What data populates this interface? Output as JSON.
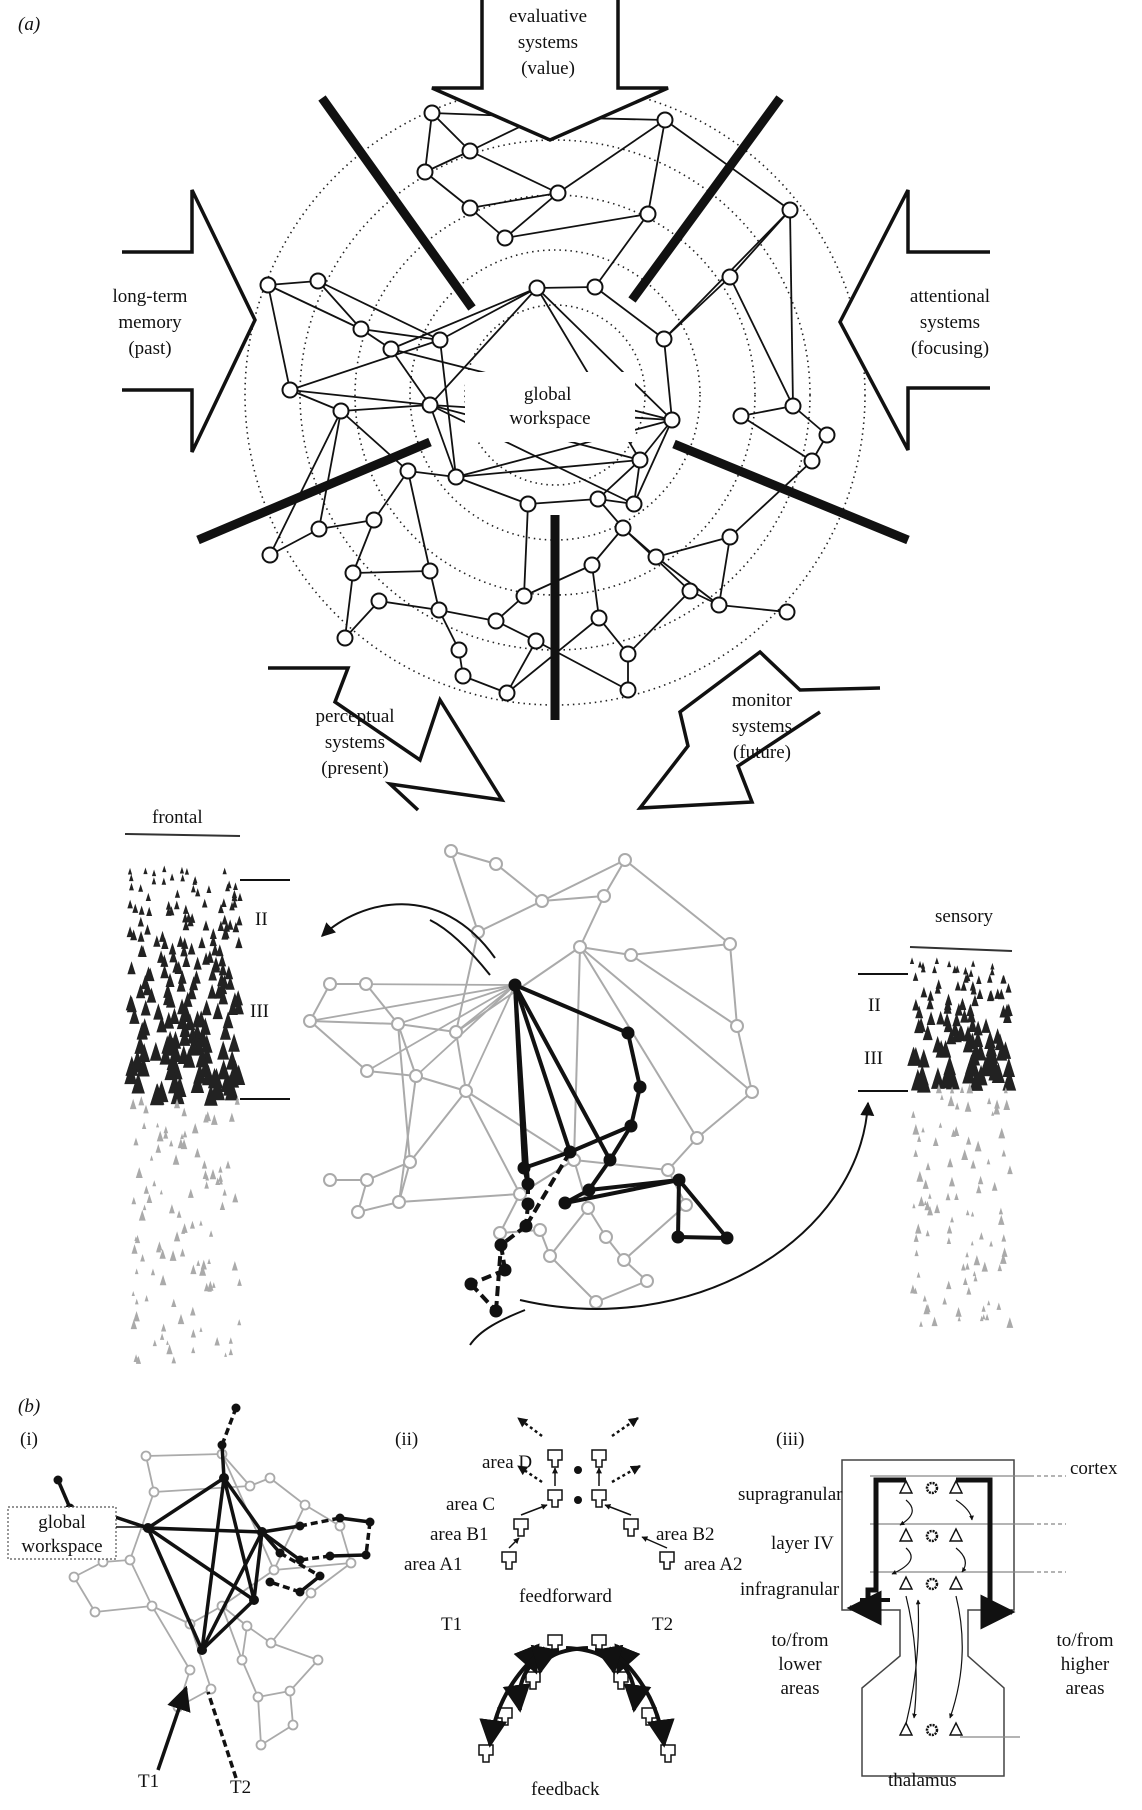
{
  "panel_a": {
    "tag": "(a)",
    "center": "global\nworkspace",
    "arrows": {
      "evaluative": "evaluative\nsystems\n(value)",
      "memory": "long-term\nmemory\n(past)",
      "attention": "attentional\nsystems\n(focusing)",
      "perceptual": "perceptual\nsystems\n(present)",
      "monitor": "monitor\nsystems\n(future)"
    },
    "frontal": "frontal",
    "sensory": "sensory",
    "layer_II": "II",
    "layer_III": "III"
  },
  "panel_b": {
    "tag": "(b)",
    "i": {
      "tag": "(i)",
      "gw": "global\nworkspace",
      "t1": "T1",
      "t2": "T2"
    },
    "ii": {
      "tag": "(ii)",
      "areaD": "area D",
      "areaC": "area C",
      "areaB1": "area B1",
      "areaB2": "area B2",
      "areaA1": "area A1",
      "areaA2": "area A2",
      "feedforward": "feedforward",
      "feedback": "feedback",
      "t1": "T1",
      "t2": "T2"
    },
    "iii": {
      "tag": "(iii)",
      "cortex": "cortex",
      "supragranular": "supragranular",
      "layer4": "layer IV",
      "infragranular": "infragranular",
      "lower": "to/from\nlower\nareas",
      "higher": "to/from\nhigher\nareas",
      "thalamus": "thalamus"
    }
  }
}
